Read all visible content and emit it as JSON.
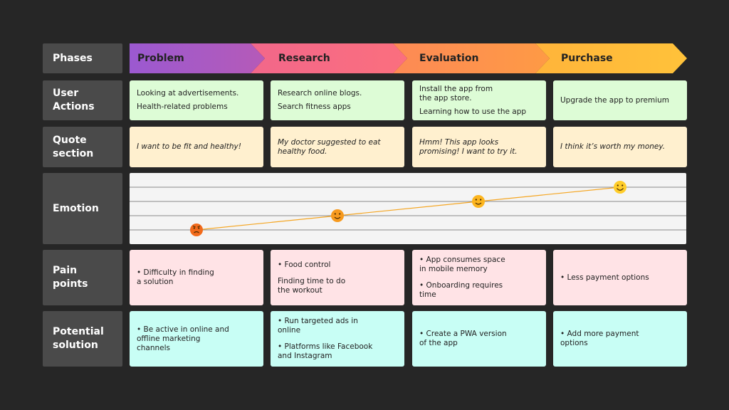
{
  "colors": {
    "background": "#262626",
    "label_bg": "#4a4a4a",
    "user_actions": "#ddfcd6",
    "quote": "#fff0cf",
    "pain": "#ffe3e6",
    "solution": "#c8fef5",
    "emotion_line": "#f5a623"
  },
  "labels": {
    "phases": "Phases",
    "user_actions": "User\nActions",
    "quote": "Quote\nsection",
    "emotion": "Emotion",
    "pain": "Pain\npoints",
    "solution": "Potential\nsolution"
  },
  "phases": [
    {
      "name": "Problem",
      "color_start": "#9b59d0",
      "color_end": "#b55ab8"
    },
    {
      "name": "Research",
      "color_start": "#f2678a",
      "color_end": "#fb6f7e"
    },
    {
      "name": "Evaluation",
      "color_start": "#fd8a55",
      "color_end": "#fe9a45"
    },
    {
      "name": "Purchase",
      "color_start": "#ffb43a",
      "color_end": "#ffc23a"
    }
  ],
  "user_actions": [
    [
      "Looking at advertisements.",
      "Health-related problems"
    ],
    [
      "Research online blogs.",
      "Search fitness apps"
    ],
    [
      "Install the app from\nthe app store.",
      "Learning how to use the app"
    ],
    [
      "Upgrade the app to premium"
    ]
  ],
  "quotes": [
    "I want to be fit and healthy!",
    "My doctor suggested to eat\nhealthy food.",
    "Hmm! This app looks\npromising! I want to try it.",
    "I think it’s worth my money."
  ],
  "emotions": [
    {
      "phase": "Problem",
      "mood": "upset",
      "level": 1,
      "color": "#f26a1b",
      "icon": "angry-face-icon"
    },
    {
      "phase": "Research",
      "mood": "content",
      "level": 2,
      "color": "#f79a1e",
      "icon": "smile-face-icon"
    },
    {
      "phase": "Evaluation",
      "mood": "happy",
      "level": 3,
      "color": "#fcb51e",
      "icon": "smile-face-icon"
    },
    {
      "phase": "Purchase",
      "mood": "delighted",
      "level": 4,
      "color": "#ffcd2a",
      "icon": "grin-face-icon"
    }
  ],
  "pain_points": [
    [
      "• Difficulty in finding\n   a solution"
    ],
    [
      "• Food control",
      "  Finding time to do\n  the workout"
    ],
    [
      "• App consumes space\n   in mobile memory",
      "• Onboarding requires\n   time"
    ],
    [
      "• Less payment options"
    ]
  ],
  "solutions": [
    [
      "• Be active in online and\n   offline marketing\n   channels"
    ],
    [
      "• Run targeted ads in\n   online",
      "• Platforms like Facebook\n   and Instagram"
    ],
    [
      "• Create a PWA version\n   of the app"
    ],
    [
      "• Add more payment\n   options"
    ]
  ]
}
